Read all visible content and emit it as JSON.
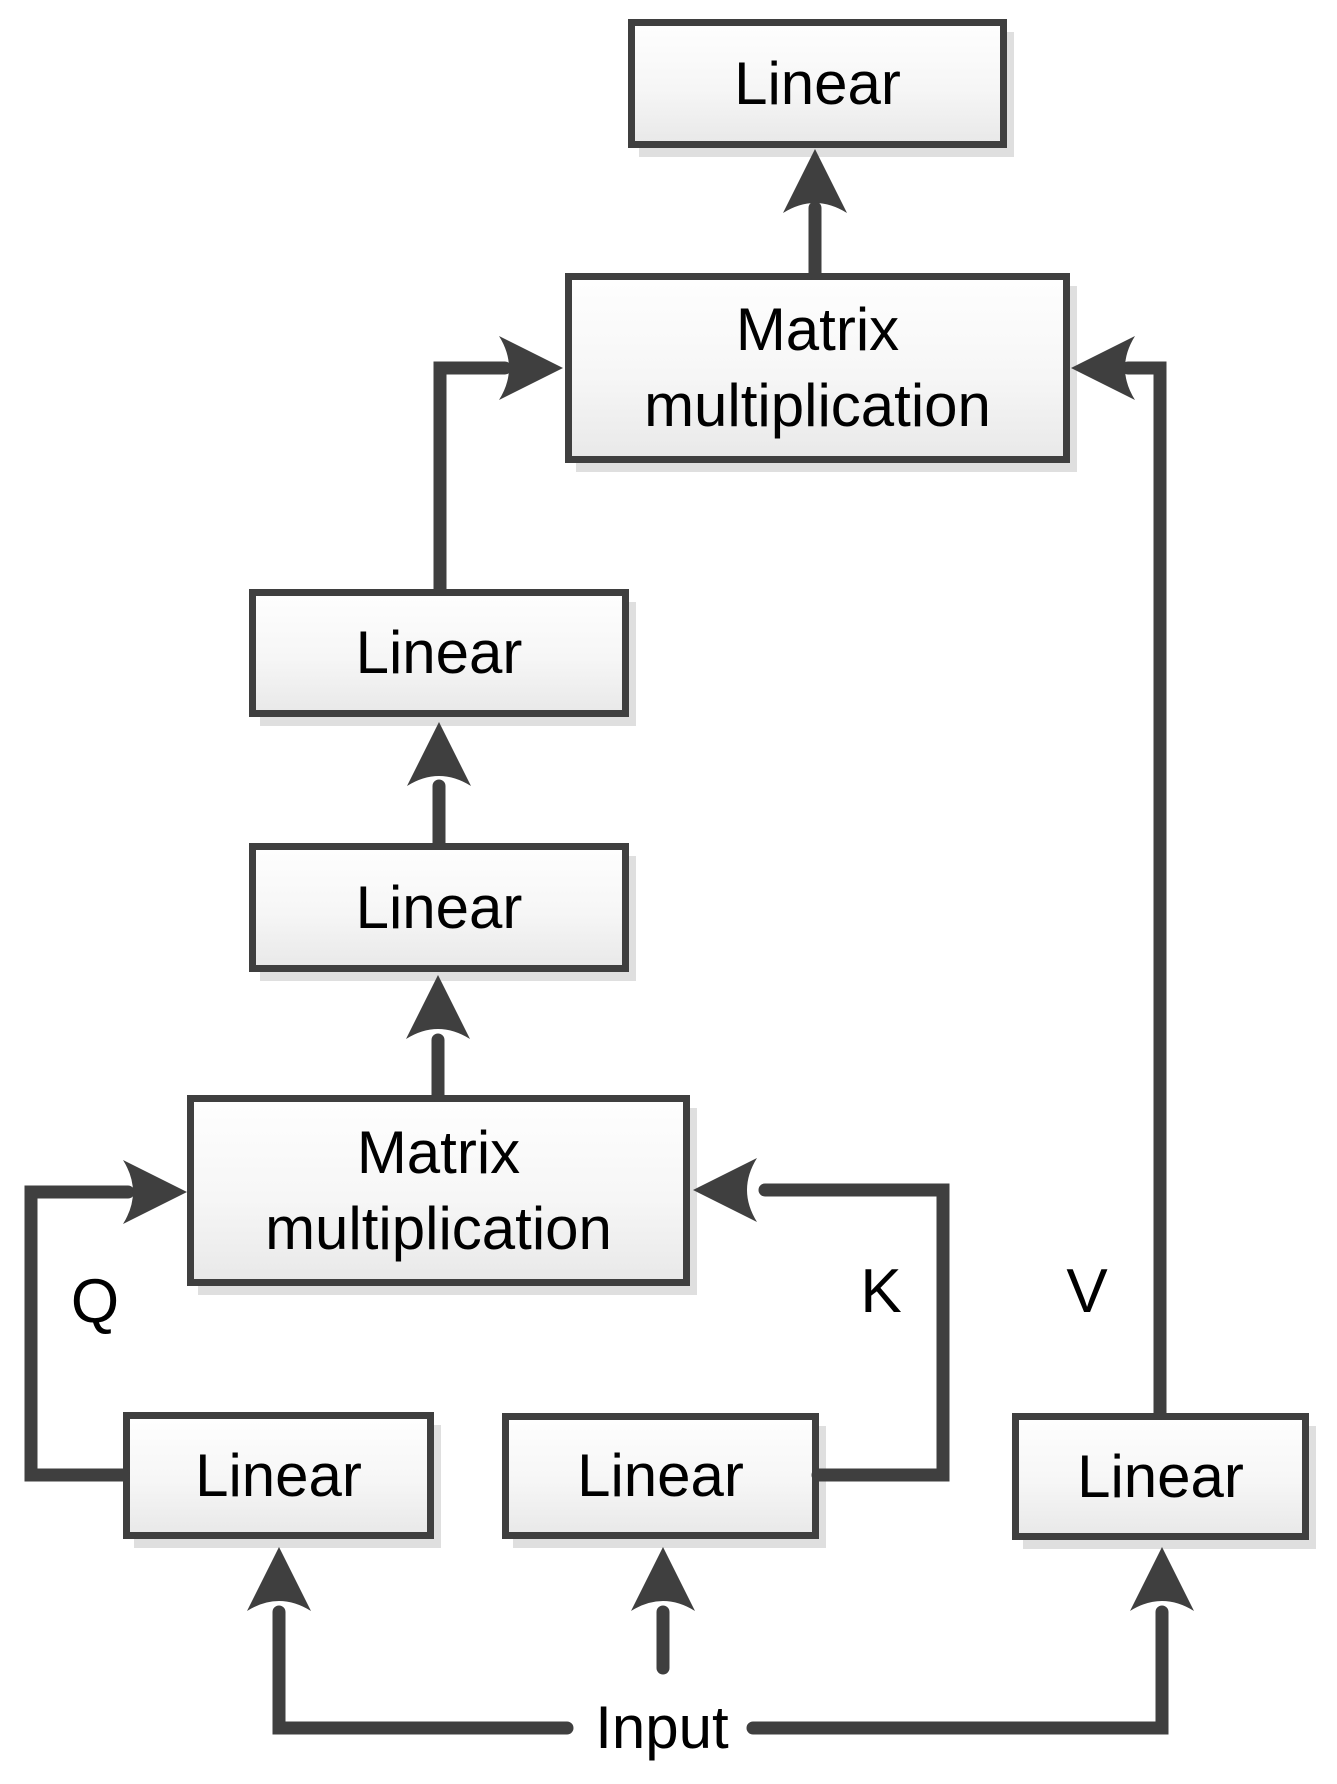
{
  "diagram": {
    "type": "flow-diagram",
    "description": "Single-head attention block: Q and K linear projections feed a matrix multiplication, followed by two linear layers, then a matrix multiplication with the V linear projection, followed by an output linear layer.",
    "nodes": [
      {
        "id": "linear-output",
        "label": "Linear"
      },
      {
        "id": "matmul-av",
        "label": "Matrix multiplication"
      },
      {
        "id": "linear-upper",
        "label": "Linear"
      },
      {
        "id": "linear-lower",
        "label": "Linear"
      },
      {
        "id": "matmul-qk",
        "label": "Matrix multiplication"
      },
      {
        "id": "linear-q",
        "label": "Linear"
      },
      {
        "id": "linear-k",
        "label": "Linear"
      },
      {
        "id": "linear-v",
        "label": "Linear"
      }
    ],
    "edge_labels": {
      "q": "Q",
      "k": "K",
      "v": "V"
    },
    "input_label": "Input",
    "colors": {
      "line": "#3f3f3f",
      "box_border": "#3f3f3f",
      "box_fill_top": "#fefefe",
      "box_fill_bottom": "#e9e9e9",
      "shadow": "#dfdfdf",
      "text": "#000000",
      "background": "#ffffff"
    }
  }
}
